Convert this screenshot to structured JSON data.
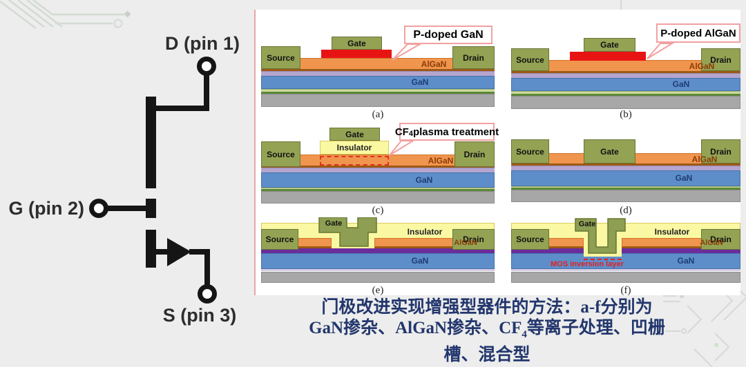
{
  "schematic": {
    "drain": "D (pin 1)",
    "gate": "G (pin 2)",
    "source": "S (pin 3)"
  },
  "device_labels": {
    "source": "Source",
    "gate": "Gate",
    "drain": "Drain",
    "algan": "AlGaN",
    "gan": "GaN",
    "insulator": "Insulator"
  },
  "panels": {
    "a": {
      "letter": "(a)",
      "callout": "P-doped GaN"
    },
    "b": {
      "letter": "(b)",
      "callout": "P-doped AlGaN"
    },
    "c": {
      "letter": "(c)",
      "callout_prefix": "CF",
      "callout_sub": "4",
      "callout_suffix": " plasma treatment"
    },
    "d": {
      "letter": "(d)"
    },
    "e": {
      "letter": "(e)"
    },
    "f": {
      "letter": "(f)",
      "annotation": "MOS inversion layer"
    }
  },
  "caption": {
    "line1": "门极改进实现增强型器件的方法：a-f分别为",
    "line2_prefix": "GaN掺杂、AlGaN掺杂、CF",
    "line2_sub": "4",
    "line2_suffix": "等离子处理、凹栅",
    "line3": "槽、混合型"
  },
  "colors": {
    "background": "#ecedec",
    "card": "#ffffff",
    "card_edge": "#e8a3a3",
    "contact_green": "#94a254",
    "p_doped_red": "#e81414",
    "algan_orange": "#f0954e",
    "barrier_lavender": "#b5a5cf",
    "gan_blue": "#5e8ec9",
    "buffer_green": "#ccd89b",
    "substrate_gray": "#a7a7a7",
    "insulator_yellow": "#fbf8a3",
    "deep_purple": "#6b2d9c",
    "callout_border": "#f2a0a0",
    "caption_navy": "#23366d",
    "annotation_red": "#e32020"
  }
}
